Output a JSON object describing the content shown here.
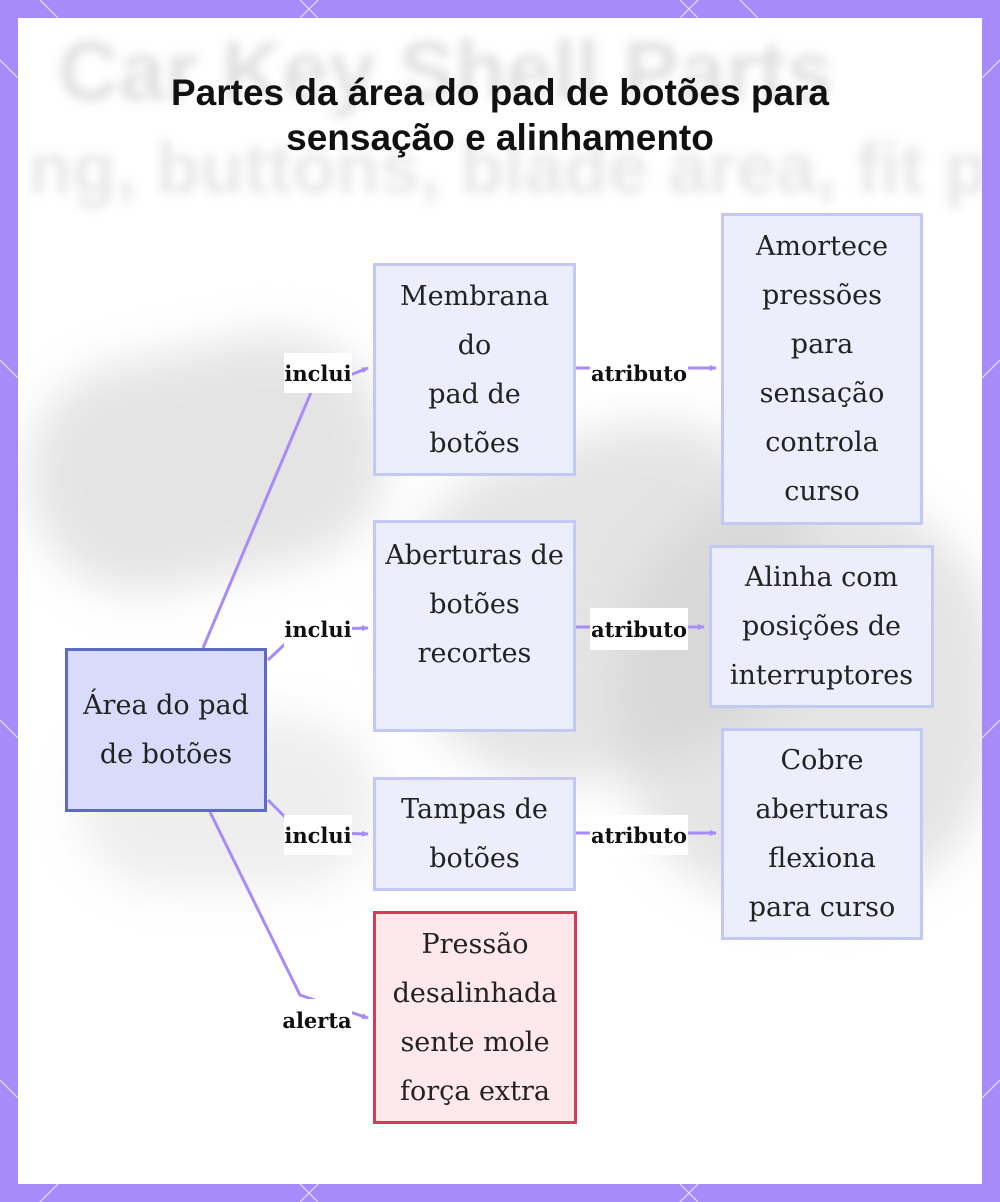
{
  "title": {
    "line1": "Partes da área do pad de botões para",
    "line2": "sensação e alinhamento"
  },
  "background": {
    "line1": "Car Key Shell Parts",
    "line2": "ng, buttons, blade area, fit p"
  },
  "nodes": {
    "root": [
      "Área do pad",
      "de botões"
    ],
    "membrana": [
      "Membrana",
      "do",
      "pad de",
      "botões"
    ],
    "aberturas": [
      "Aberturas de",
      "botões",
      "recortes"
    ],
    "tampas": [
      "Tampas de",
      "botões"
    ],
    "pressao": [
      "Pressão",
      "desalinhada",
      "sente mole",
      "força extra"
    ],
    "amortece": [
      "Amortece",
      "pressões",
      "para",
      "sensação",
      "controla",
      "curso"
    ],
    "alinha": [
      "Alinha com",
      "posições de",
      "interruptores"
    ],
    "cobre": [
      "Cobre",
      "aberturas",
      "flexiona",
      "para curso"
    ]
  },
  "edges": {
    "inclui": "inclui",
    "atributo": "atributo",
    "alerta": "alerta"
  },
  "colors": {
    "frame": "#a78bfa",
    "edge": "#a78bfa",
    "node_fill": "#eceefc",
    "node_border": "#c3c8f5",
    "root_fill": "#d8dcfa",
    "root_border": "#5d6bc4",
    "alert_fill": "#fde8ec",
    "alert_border": "#d23e57"
  }
}
